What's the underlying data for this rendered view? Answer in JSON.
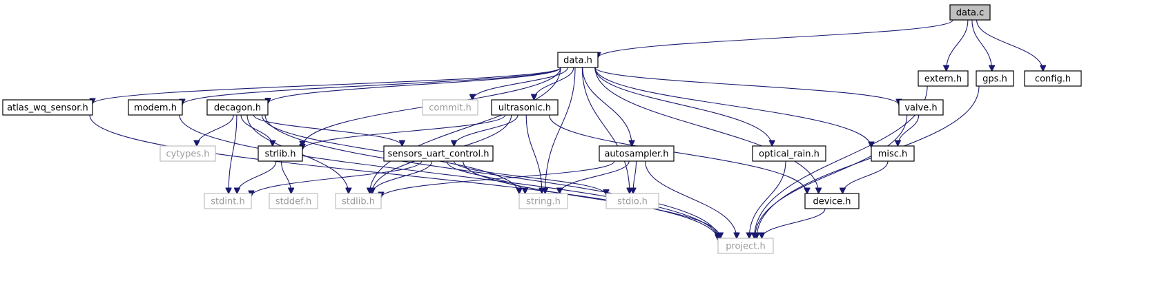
{
  "colors": {
    "edge": "#191970",
    "node_border_solid": "#000000",
    "node_border_muted": "#bfbfbf",
    "node_text_solid": "#000000",
    "node_text_muted": "#9a9a9a",
    "root_fill": "#bfbfbf"
  },
  "nodes": [
    {
      "id": "data_c",
      "label": "data.c",
      "kind": "root"
    },
    {
      "id": "data_h",
      "label": "data.h",
      "kind": "solid"
    },
    {
      "id": "extern_h",
      "label": "extern.h",
      "kind": "solid"
    },
    {
      "id": "gps_h",
      "label": "gps.h",
      "kind": "solid"
    },
    {
      "id": "config_h",
      "label": "config.h",
      "kind": "solid"
    },
    {
      "id": "atlas_h",
      "label": "atlas_wq_sensor.h",
      "kind": "solid"
    },
    {
      "id": "modem_h",
      "label": "modem.h",
      "kind": "solid"
    },
    {
      "id": "decagon_h",
      "label": "decagon.h",
      "kind": "solid"
    },
    {
      "id": "commit_h",
      "label": "commit.h",
      "kind": "muted"
    },
    {
      "id": "ultrasonic_h",
      "label": "ultrasonic.h",
      "kind": "solid"
    },
    {
      "id": "valve_h",
      "label": "valve.h",
      "kind": "solid"
    },
    {
      "id": "cytypes_h",
      "label": "cytypes.h",
      "kind": "muted"
    },
    {
      "id": "strlib_h",
      "label": "strlib.h",
      "kind": "solid"
    },
    {
      "id": "suc_h",
      "label": "sensors_uart_control.h",
      "kind": "solid"
    },
    {
      "id": "autosampler_h",
      "label": "autosampler.h",
      "kind": "solid"
    },
    {
      "id": "optical_h",
      "label": "optical_rain.h",
      "kind": "solid"
    },
    {
      "id": "misc_h",
      "label": "misc.h",
      "kind": "solid"
    },
    {
      "id": "stdint_h",
      "label": "stdint.h",
      "kind": "muted"
    },
    {
      "id": "stddef_h",
      "label": "stddef.h",
      "kind": "muted"
    },
    {
      "id": "stdlib_h",
      "label": "stdlib.h",
      "kind": "muted"
    },
    {
      "id": "string_h",
      "label": "string.h",
      "kind": "muted"
    },
    {
      "id": "stdio_h",
      "label": "stdio.h",
      "kind": "muted"
    },
    {
      "id": "device_h",
      "label": "device.h",
      "kind": "solid"
    },
    {
      "id": "project_h",
      "label": "project.h",
      "kind": "muted"
    }
  ],
  "edges": [
    [
      "data_c",
      "data_h"
    ],
    [
      "data_c",
      "extern_h"
    ],
    [
      "data_c",
      "gps_h"
    ],
    [
      "data_c",
      "config_h"
    ],
    [
      "data_h",
      "atlas_h"
    ],
    [
      "data_h",
      "modem_h"
    ],
    [
      "data_h",
      "decagon_h"
    ],
    [
      "data_h",
      "commit_h"
    ],
    [
      "data_h",
      "ultrasonic_h"
    ],
    [
      "data_h",
      "valve_h"
    ],
    [
      "data_h",
      "strlib_h"
    ],
    [
      "data_h",
      "autosampler_h"
    ],
    [
      "data_h",
      "optical_h"
    ],
    [
      "data_h",
      "misc_h"
    ],
    [
      "data_h",
      "stdlib_h"
    ],
    [
      "data_h",
      "string_h"
    ],
    [
      "data_h",
      "stdio_h"
    ],
    [
      "data_h",
      "device_h"
    ],
    [
      "extern_h",
      "project_h"
    ],
    [
      "gps_h",
      "project_h"
    ],
    [
      "atlas_h",
      "project_h"
    ],
    [
      "modem_h",
      "project_h"
    ],
    [
      "decagon_h",
      "cytypes_h"
    ],
    [
      "decagon_h",
      "strlib_h"
    ],
    [
      "decagon_h",
      "suc_h"
    ],
    [
      "decagon_h",
      "string_h"
    ],
    [
      "decagon_h",
      "stdint_h"
    ],
    [
      "decagon_h",
      "stdlib_h"
    ],
    [
      "decagon_h",
      "project_h"
    ],
    [
      "ultrasonic_h",
      "strlib_h"
    ],
    [
      "ultrasonic_h",
      "suc_h"
    ],
    [
      "ultrasonic_h",
      "stdlib_h"
    ],
    [
      "ultrasonic_h",
      "string_h"
    ],
    [
      "ultrasonic_h",
      "device_h"
    ],
    [
      "valve_h",
      "misc_h"
    ],
    [
      "valve_h",
      "project_h"
    ],
    [
      "strlib_h",
      "stdint_h"
    ],
    [
      "strlib_h",
      "stddef_h"
    ],
    [
      "suc_h",
      "stdint_h"
    ],
    [
      "suc_h",
      "stdlib_h"
    ],
    [
      "suc_h",
      "string_h"
    ],
    [
      "suc_h",
      "stdio_h"
    ],
    [
      "suc_h",
      "project_h"
    ],
    [
      "autosampler_h",
      "stdlib_h"
    ],
    [
      "autosampler_h",
      "string_h"
    ],
    [
      "autosampler_h",
      "stdio_h"
    ],
    [
      "autosampler_h",
      "project_h"
    ],
    [
      "optical_h",
      "project_h"
    ],
    [
      "misc_h",
      "device_h"
    ],
    [
      "device_h",
      "project_h"
    ]
  ]
}
